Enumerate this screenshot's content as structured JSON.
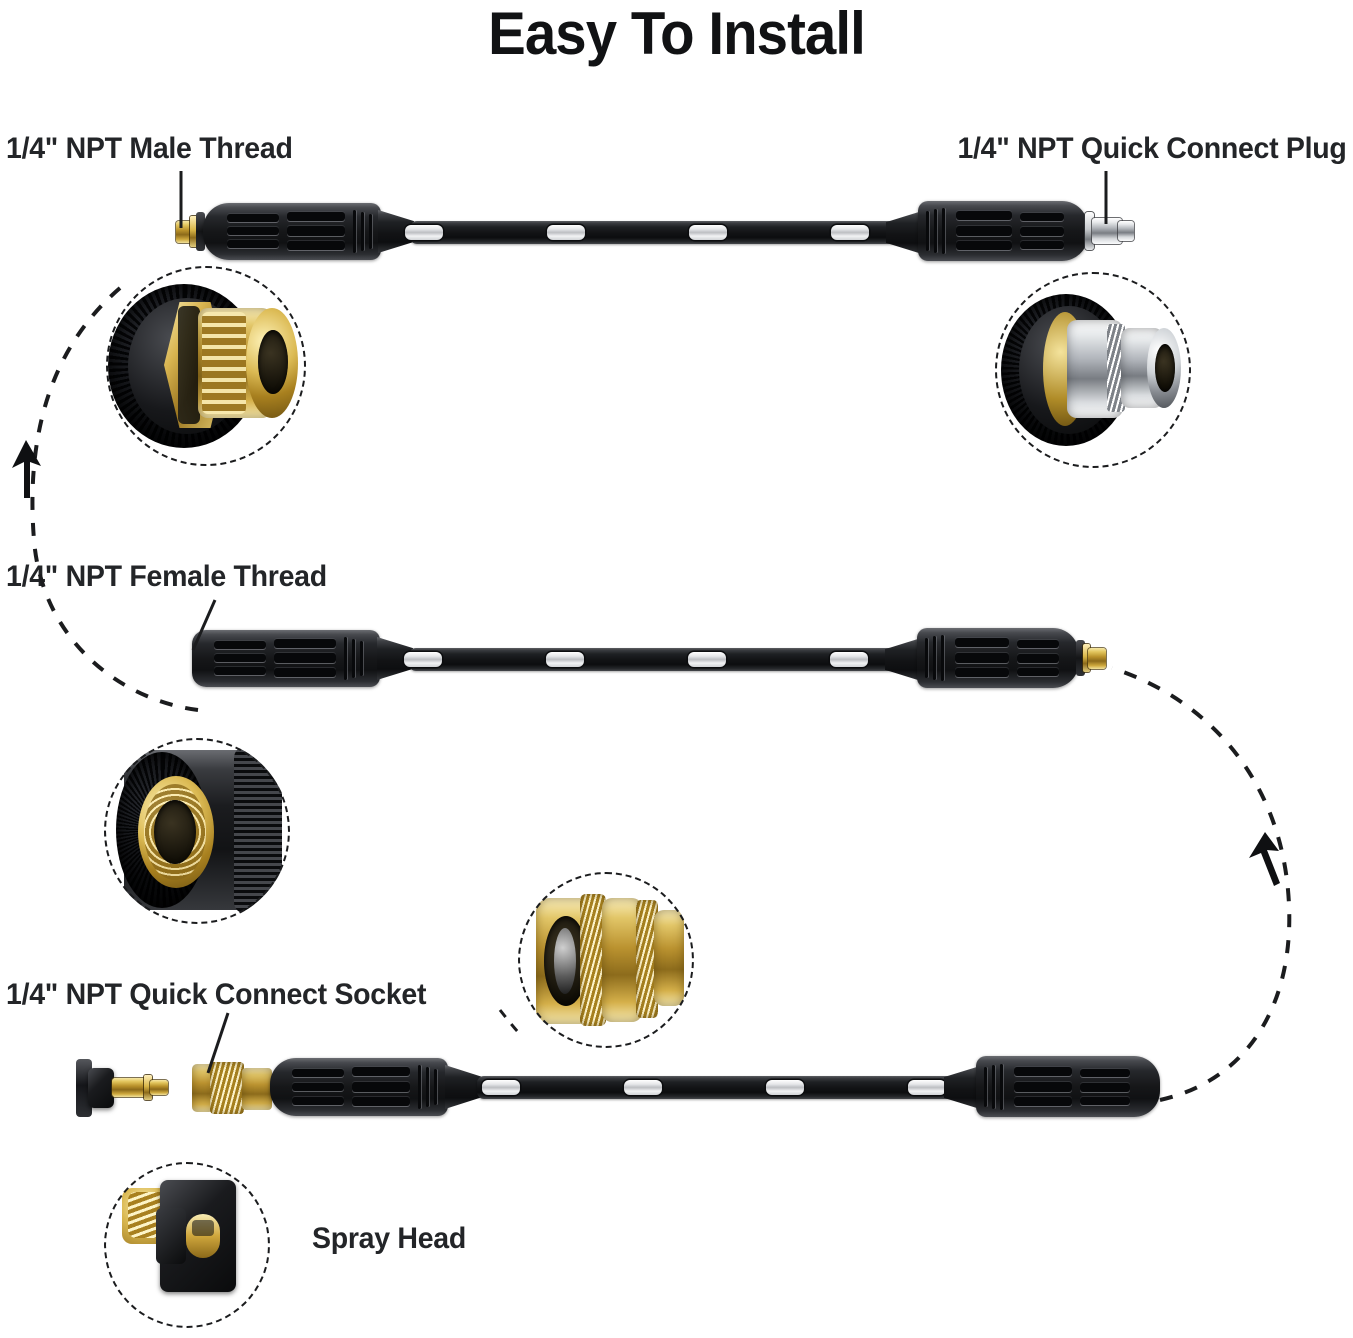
{
  "page": {
    "title": "Easy To Install",
    "background_color": "#ffffff",
    "text_color": "#232528"
  },
  "labels": {
    "male_thread": "1/4\" NPT Male Thread",
    "quick_connect_plug": "1/4\" NPT Quick Connect Plug",
    "female_thread": "1/4\" NPT Female Thread",
    "quick_connect_socket": "1/4\" NPT Quick Connect Socket",
    "spray_head": "Spray Head"
  },
  "colors": {
    "brass": "#d2ab3e",
    "chrome": "#c8ccd0",
    "body_black": "#121315",
    "marker_silver": "#e6e7e9",
    "dash_line": "#1b1c1e"
  },
  "assemblies": [
    {
      "id": "lance-top",
      "left_fitting": "brass-male-thread",
      "right_fitting": "chrome-quick-connect-plug",
      "marker_count": 4,
      "grip_position": "both-ends"
    },
    {
      "id": "lance-middle",
      "left_fitting": "black-female-thread",
      "right_fitting": "brass-male-thread",
      "marker_count": 4,
      "grip_position": "both-ends"
    },
    {
      "id": "lance-bottom",
      "left_fitting": "brass-quick-connect-socket",
      "right_fitting": "black-grip-end",
      "marker_count": 4,
      "attachment": "spray-head"
    }
  ],
  "callouts": [
    {
      "id": "callout-male-thread",
      "shows": "brass male threaded fitting with black knurled collar"
    },
    {
      "id": "callout-quick-connect-plug",
      "shows": "chrome quick connect plug with black knurled collar"
    },
    {
      "id": "callout-female-thread",
      "shows": "brass female threaded socket in black knurled housing"
    },
    {
      "id": "callout-quick-connect-socket",
      "shows": "brass quick connect socket with knurled ring"
    },
    {
      "id": "callout-spray-head",
      "shows": "black spray head nozzle with brass quick connect plug"
    }
  ],
  "flow_arrows": [
    {
      "id": "arrow-left",
      "direction": "up",
      "from": "lance-middle-left-end",
      "to": "lance-top-male-thread"
    },
    {
      "id": "arrow-right",
      "direction": "up",
      "from": "lance-bottom-right-end",
      "to": "lance-middle-brass-tip"
    }
  ]
}
